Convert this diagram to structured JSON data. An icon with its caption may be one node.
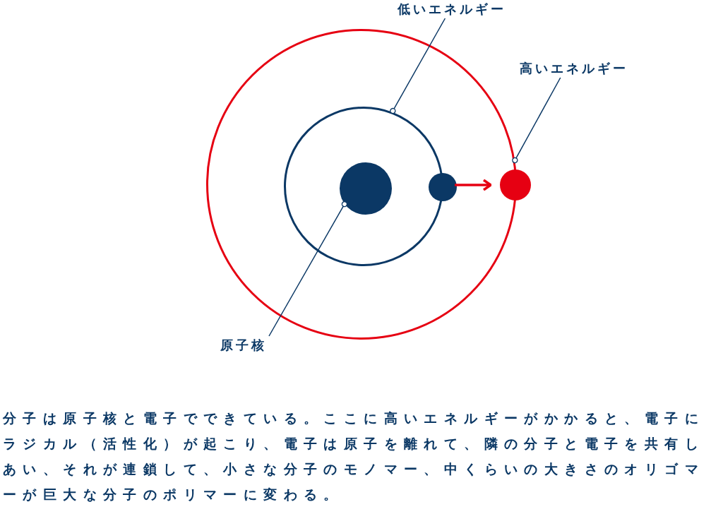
{
  "diagram": {
    "nodes": [
      {
        "text": [],
        "shape": "circle"
      },
      {
        "text": [],
        "shape": "circle",
        "in": 0
      },
      {
        "text": [],
        "shape": "circle",
        "in": 1
      },
      {
        "text": [],
        "shape": "circle",
        "in": 0
      },
      {
        "text": [],
        "shape": "circle"
      },
      {
        "text": [
          "低いエネルギー"
        ]
      },
      {
        "text": [
          "高いエネルギー"
        ]
      },
      {
        "text": [
          "原子核"
        ]
      }
    ],
    "edges": [
      {
        "from": 5,
        "to": 1,
        "arrow": "other"
      },
      {
        "from": 6,
        "to": 0,
        "arrow": "other"
      },
      {
        "from": 7,
        "to": 2,
        "arrow": "other"
      },
      {
        "from": 3,
        "to": 4,
        "arrow": "to",
        "style": "thick",
        "color": "#e60012"
      }
    ],
    "labels": [
      "分子は原子核と電子でできている。ここに高いエネルギーがかかると、電子にラジカル（活性化）が起こり、電子は原子を離れて、隣の分子と電子を共有しあい、それが連鎖して、小さな分子のモノマー、中くらいの大きさのオリゴマーが巨大な分子のポリマーに変わる。"
    ]
  }
}
